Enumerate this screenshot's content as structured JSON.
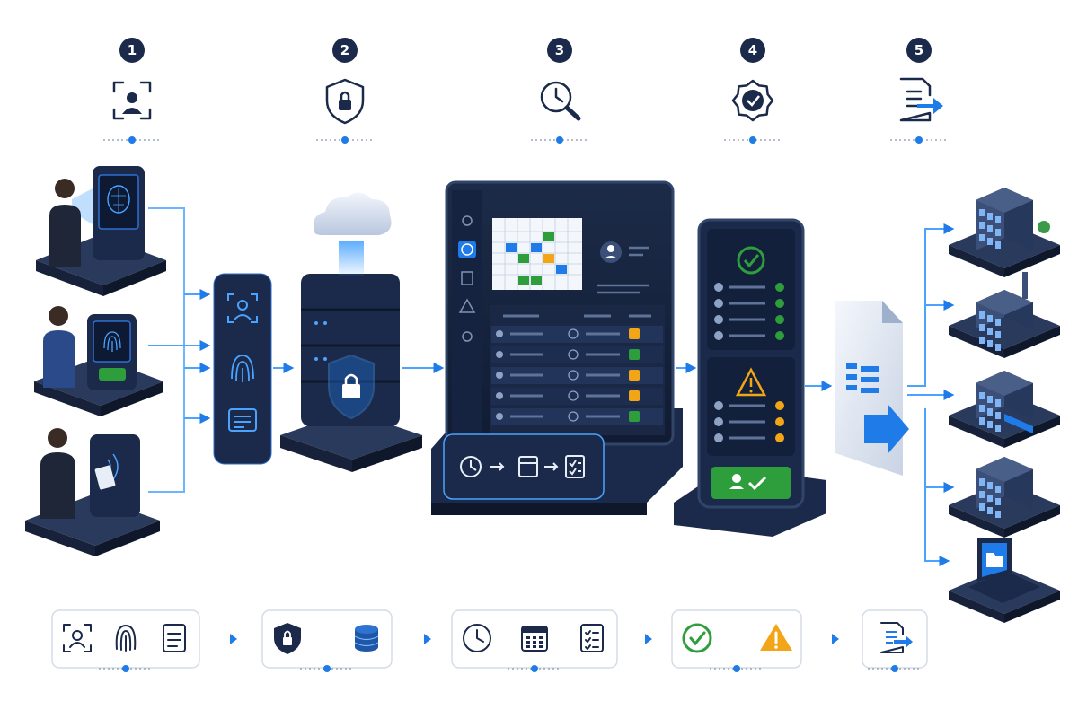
{
  "steps": [
    {
      "number": "1",
      "icon": "face-scan-icon"
    },
    {
      "number": "2",
      "icon": "shield-lock-icon"
    },
    {
      "number": "3",
      "icon": "clock-search-icon"
    },
    {
      "number": "4",
      "icon": "verified-badge-icon"
    },
    {
      "number": "5",
      "icon": "document-export-icon"
    }
  ],
  "capture_devices": [
    "face-recognition-terminal",
    "fingerprint-terminal",
    "card-reader-terminal"
  ],
  "destinations": [
    "office-building",
    "factory",
    "retail-store",
    "branch-office",
    "laptop-folder"
  ],
  "summary_cards": [
    {
      "icons": [
        "face-scan-icon",
        "fingerprint-icon",
        "card-icon"
      ]
    },
    {
      "icons": [
        "shield-lock-icon",
        "database-icon"
      ]
    },
    {
      "icons": [
        "clock-icon",
        "calendar-icon",
        "checklist-icon"
      ]
    },
    {
      "icons": [
        "check-circle-icon",
        "warning-icon"
      ]
    },
    {
      "icons": [
        "document-export-icon"
      ]
    }
  ],
  "colors": {
    "navy": "#1b2a4a",
    "dark_panel": "#243552",
    "accent_blue": "#1e7be8",
    "glow_blue": "#4aa3ff",
    "success_green": "#2e9e3c",
    "warning_amber": "#f2a516"
  }
}
